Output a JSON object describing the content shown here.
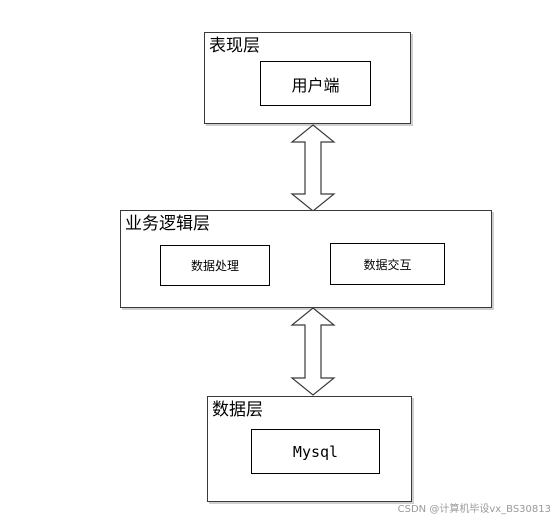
{
  "layers": [
    {
      "title": "表现层",
      "components": [
        "用户端"
      ]
    },
    {
      "title": "业务逻辑层",
      "components": [
        "数据处理",
        "数据交互"
      ]
    },
    {
      "title": "数据层",
      "components": [
        "Mysql"
      ]
    }
  ],
  "watermark": "CSDN @计算机毕设vx_BS30813"
}
